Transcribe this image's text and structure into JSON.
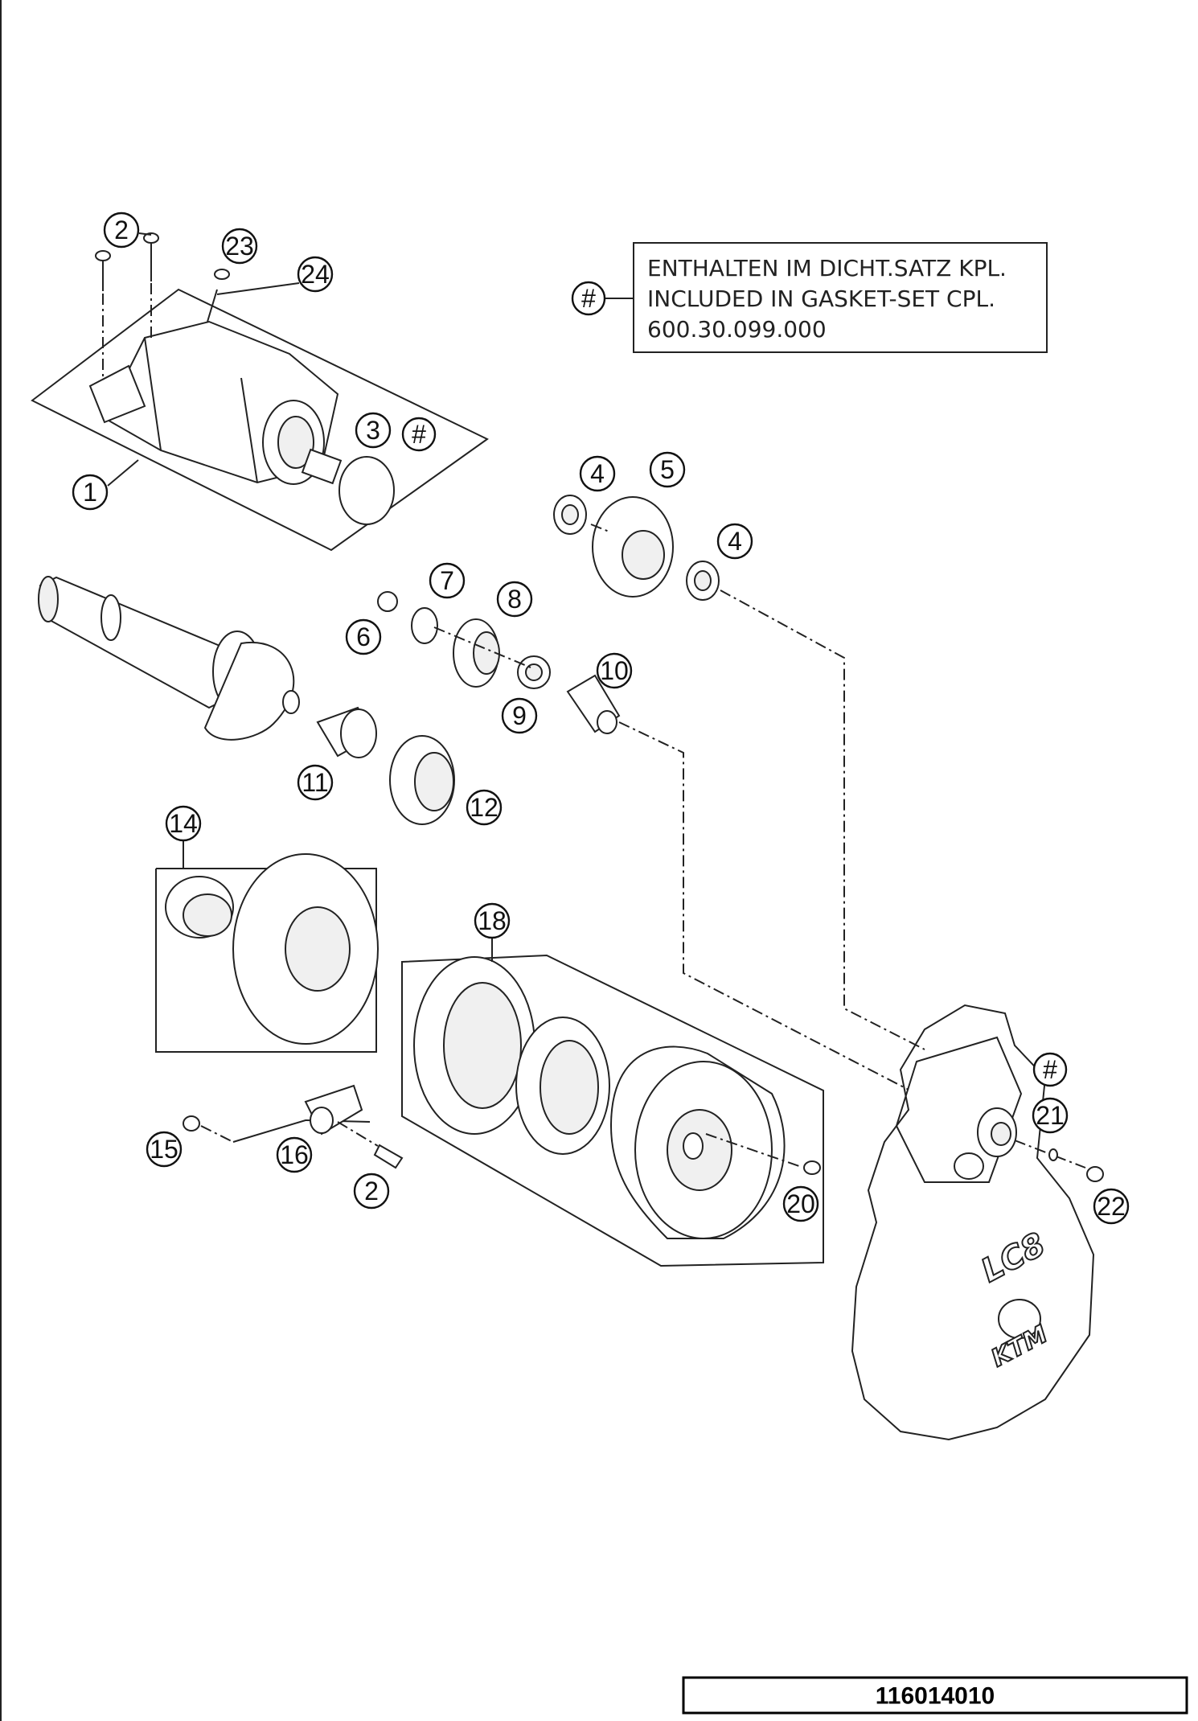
{
  "note": {
    "symbol": "#",
    "line1": "ENTHALTEN IM DICHT.SATZ KPL.",
    "line2": "INCLUDED IN GASKET-SET CPL.",
    "line3": "600.30.099.000"
  },
  "drawing_number": "116014010",
  "callouts": {
    "c1": "1",
    "c2a": "2",
    "c3": "3",
    "hash1": "#",
    "c23": "23",
    "c24": "24",
    "c4a": "4",
    "c5": "5",
    "c4b": "4",
    "c6": "6",
    "c7": "7",
    "c8": "8",
    "c9": "9",
    "c10": "10",
    "c11": "11",
    "c12": "12",
    "c14": "14",
    "c18": "18",
    "c15": "15",
    "c16": "16",
    "c2b": "2",
    "c20": "20",
    "hash2": "#",
    "c21": "21",
    "c22": "22"
  },
  "cover_logo": {
    "line1": "LC8",
    "line2": "KTM"
  },
  "colors": {
    "line": "#222222",
    "background": "#ffffff"
  }
}
